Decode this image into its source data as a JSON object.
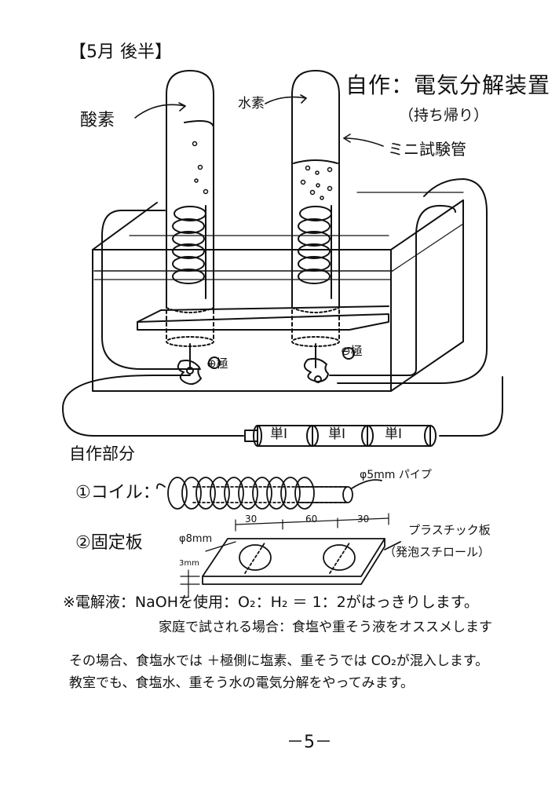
{
  "header": {
    "label": "【5月 後半】"
  },
  "title": {
    "main": "自作：電気分解装置",
    "sub": "（持ち帰り）"
  },
  "diagram": {
    "label_mini_tube": "ミニ試験管",
    "label_oxygen": "酸素",
    "label_hydrogen": "水素",
    "label_plus_pole": "⊕極",
    "label_minus_pole": "⊖極",
    "batteries": [
      "単Ⅰ",
      "単Ⅰ",
      "単Ⅰ"
    ]
  },
  "parts": {
    "title": "自作部分",
    "coil_label": "①コイル：",
    "pipe_label": "φ5mm パイプ",
    "plate_label": "②固定板",
    "dim_thickness": "φ8mm",
    "dim_height": "3mm",
    "dims": [
      "30",
      "60",
      "30"
    ],
    "plastic_label": "プラスチック板",
    "foam_label": "（発泡スチロール）"
  },
  "notes": {
    "line1": "※電解液：NaOHを使用：O₂：H₂ ＝ 1：2がはっきりします。",
    "line2": "家庭で試される場合：食塩や重そう液をオススメします",
    "line3": "その場合、食塩水では ＋極側に塩素、重そうでは CO₂が混入します。",
    "line4": "教室でも、食塩水、重そう水の電気分解をやってみます。"
  },
  "page": {
    "number": "－5－"
  }
}
